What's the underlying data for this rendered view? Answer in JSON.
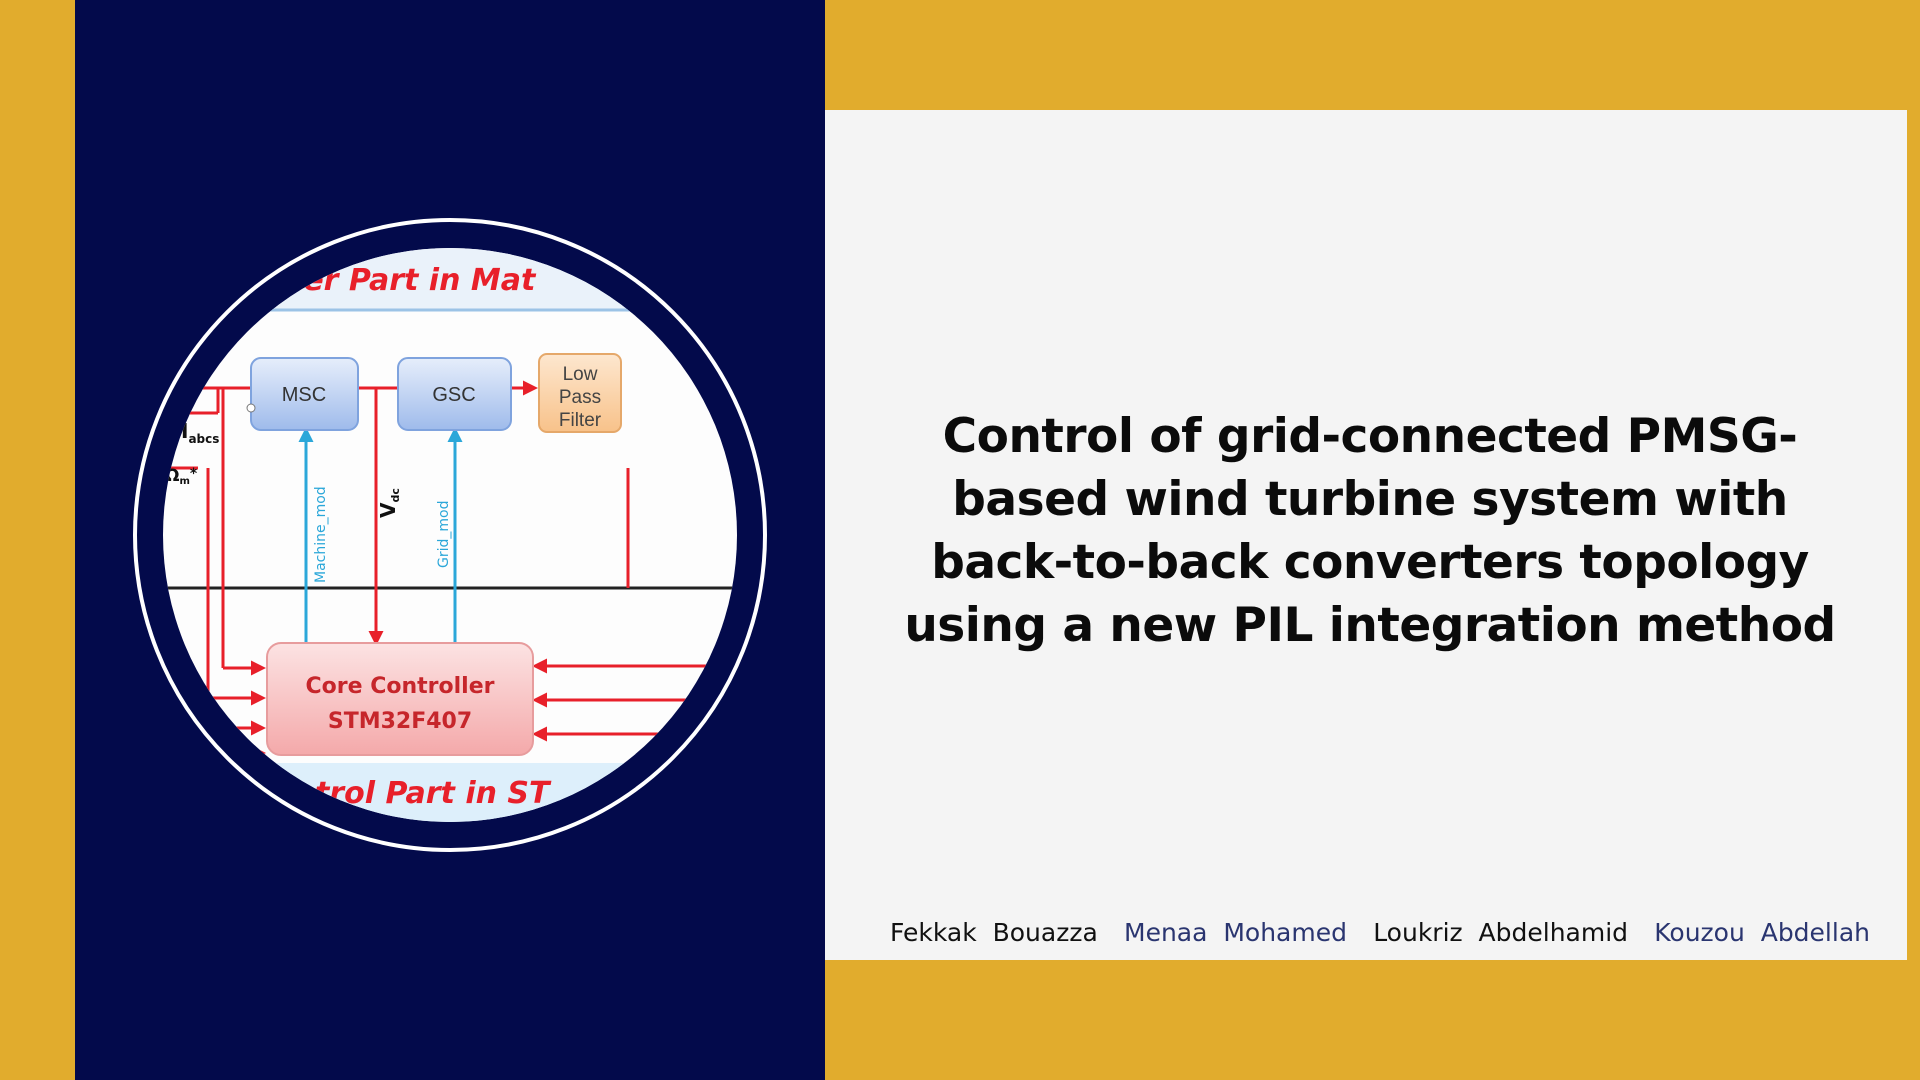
{
  "colors": {
    "background": "#E1AC2D",
    "left_panel": "#030A4B",
    "card": "#F4F4F4",
    "title": "#0b0b0b",
    "author_dark": "#111111",
    "author_blue": "#2A3570",
    "diagram_red": "#E8202A",
    "diagram_blue_arrow": "#2BA7D9"
  },
  "title": "Control of grid-connected PMSG-based wind turbine system with back-to-back converters topology using a new PIL integration method",
  "authors": [
    {
      "name": "Fekkak  Bouazza"
    },
    {
      "name": "Menaa  Mohamed"
    },
    {
      "name": "Loukriz  Abdelhamid"
    },
    {
      "name": "Kouzou  Abdellah"
    }
  ],
  "diagram": {
    "top_banner": "Power Part in Mat",
    "bottom_banner": "ontrol Part in ST",
    "msc": "MSC",
    "gsc": "GSC",
    "filter_line1": "Low",
    "filter_line2": "Pass",
    "filter_line3": "Filter",
    "core_line1": "Core Controller",
    "core_line2": "STM32F407",
    "iabc_main": "I",
    "iabc_sub": "abcs",
    "omega_main": "Ω",
    "omega_sub": "m",
    "omega_star": "*",
    "vdc_main": "V",
    "vdc_sub": "dc",
    "machine_mod": "Machine_mod",
    "grid_mod": "Grid_mod"
  }
}
